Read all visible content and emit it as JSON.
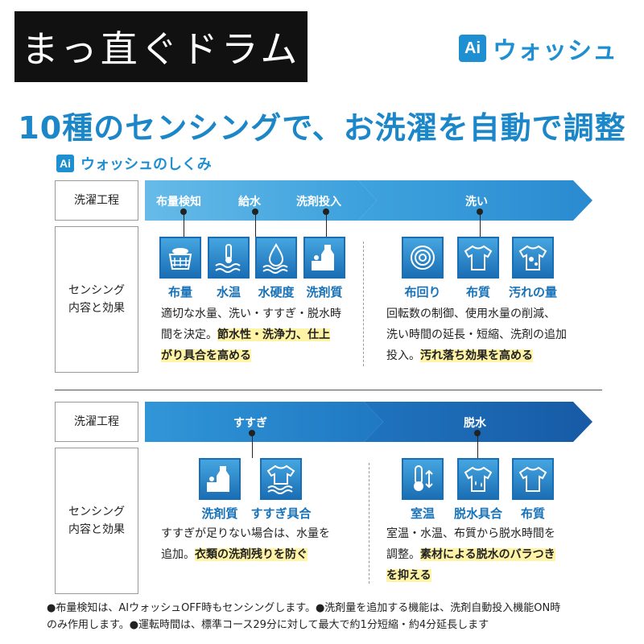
{
  "header": {
    "badge_text": "まっ直ぐドラム",
    "brand_ai": "Ai",
    "brand_name": "ウォッシュ"
  },
  "headline": "10種のセンシングで、お洗濯を自動で調整",
  "subheading": {
    "ai": "Ai",
    "text": "ウォッシュのしくみ"
  },
  "colors": {
    "accent": "#1e8fd0",
    "arrow_light": "#5ab4e6",
    "arrow_mid": "#2b8fd4",
    "arrow_dark": "#1a66b0",
    "highlight": "#fff3a6"
  },
  "section1": {
    "process_label": "洗濯工程",
    "sensing_label_line1": "センシング",
    "sensing_label_line2": "内容と効果",
    "steps_left": [
      "布量検知",
      "給水",
      "洗剤投入"
    ],
    "step_right": "洗い",
    "icons_left": [
      {
        "icon": "laundry-basket-icon",
        "label": "布量"
      },
      {
        "icon": "thermometer-water-icon",
        "label": "水温"
      },
      {
        "icon": "water-drop-icon",
        "label": "水硬度"
      },
      {
        "icon": "detergent-bottle-icon",
        "label": "洗剤質"
      }
    ],
    "icons_right": [
      {
        "icon": "spiral-icon",
        "label": "布回り"
      },
      {
        "icon": "shirt-icon",
        "label": "布質"
      },
      {
        "icon": "stained-shirt-icon",
        "label": "汚れの量"
      }
    ],
    "desc_left": {
      "line1": "適切な水量、洗い・すすぎ・脱水時",
      "line2_plain": "間を決定。",
      "line2_hl": "節水性・洗浄力、仕上",
      "line3_hl": "がり具合を高める"
    },
    "desc_right": {
      "line1": "回転数の制御、使用水量の削減、",
      "line2": "洗い時間の延長・短縮、洗剤の追加",
      "line3_plain": "投入。",
      "line3_hl": "汚れ落ち効果を高める"
    }
  },
  "section2": {
    "process_label": "洗濯工程",
    "sensing_label_line1": "センシング",
    "sensing_label_line2": "内容と効果",
    "step_left": "すすぎ",
    "step_right": "脱水",
    "icons_left": [
      {
        "icon": "detergent-bottle-icon",
        "label": "洗剤質"
      },
      {
        "icon": "rinse-shirt-icon",
        "label": "すすぎ具合"
      }
    ],
    "icons_right": [
      {
        "icon": "thermometer-icon",
        "label": "室温"
      },
      {
        "icon": "spin-dry-shirt-icon",
        "label": "脱水具合"
      },
      {
        "icon": "shirt-icon",
        "label": "布質"
      }
    ],
    "desc_left": {
      "line1": "すすぎが足りない場合は、水量を",
      "line2_plain": "追加。",
      "line2_hl": "衣類の洗剤残りを防ぐ"
    },
    "desc_right": {
      "line1": "室温・水温、布質から脱水時間を",
      "line2_plain": "調整。",
      "line2_hl": "素材による脱水のバラつき",
      "line3_hl": "を抑える"
    }
  },
  "footnote": {
    "line1": "●布量検知は、AIウォッシュOFF時もセンシングします。●洗剤量を追加する機能は、洗剤自動投入機能ON時",
    "line2": "のみ作用します。●運転時間は、標準コース29分に対して最大で約1分短縮・約4分延長します"
  }
}
